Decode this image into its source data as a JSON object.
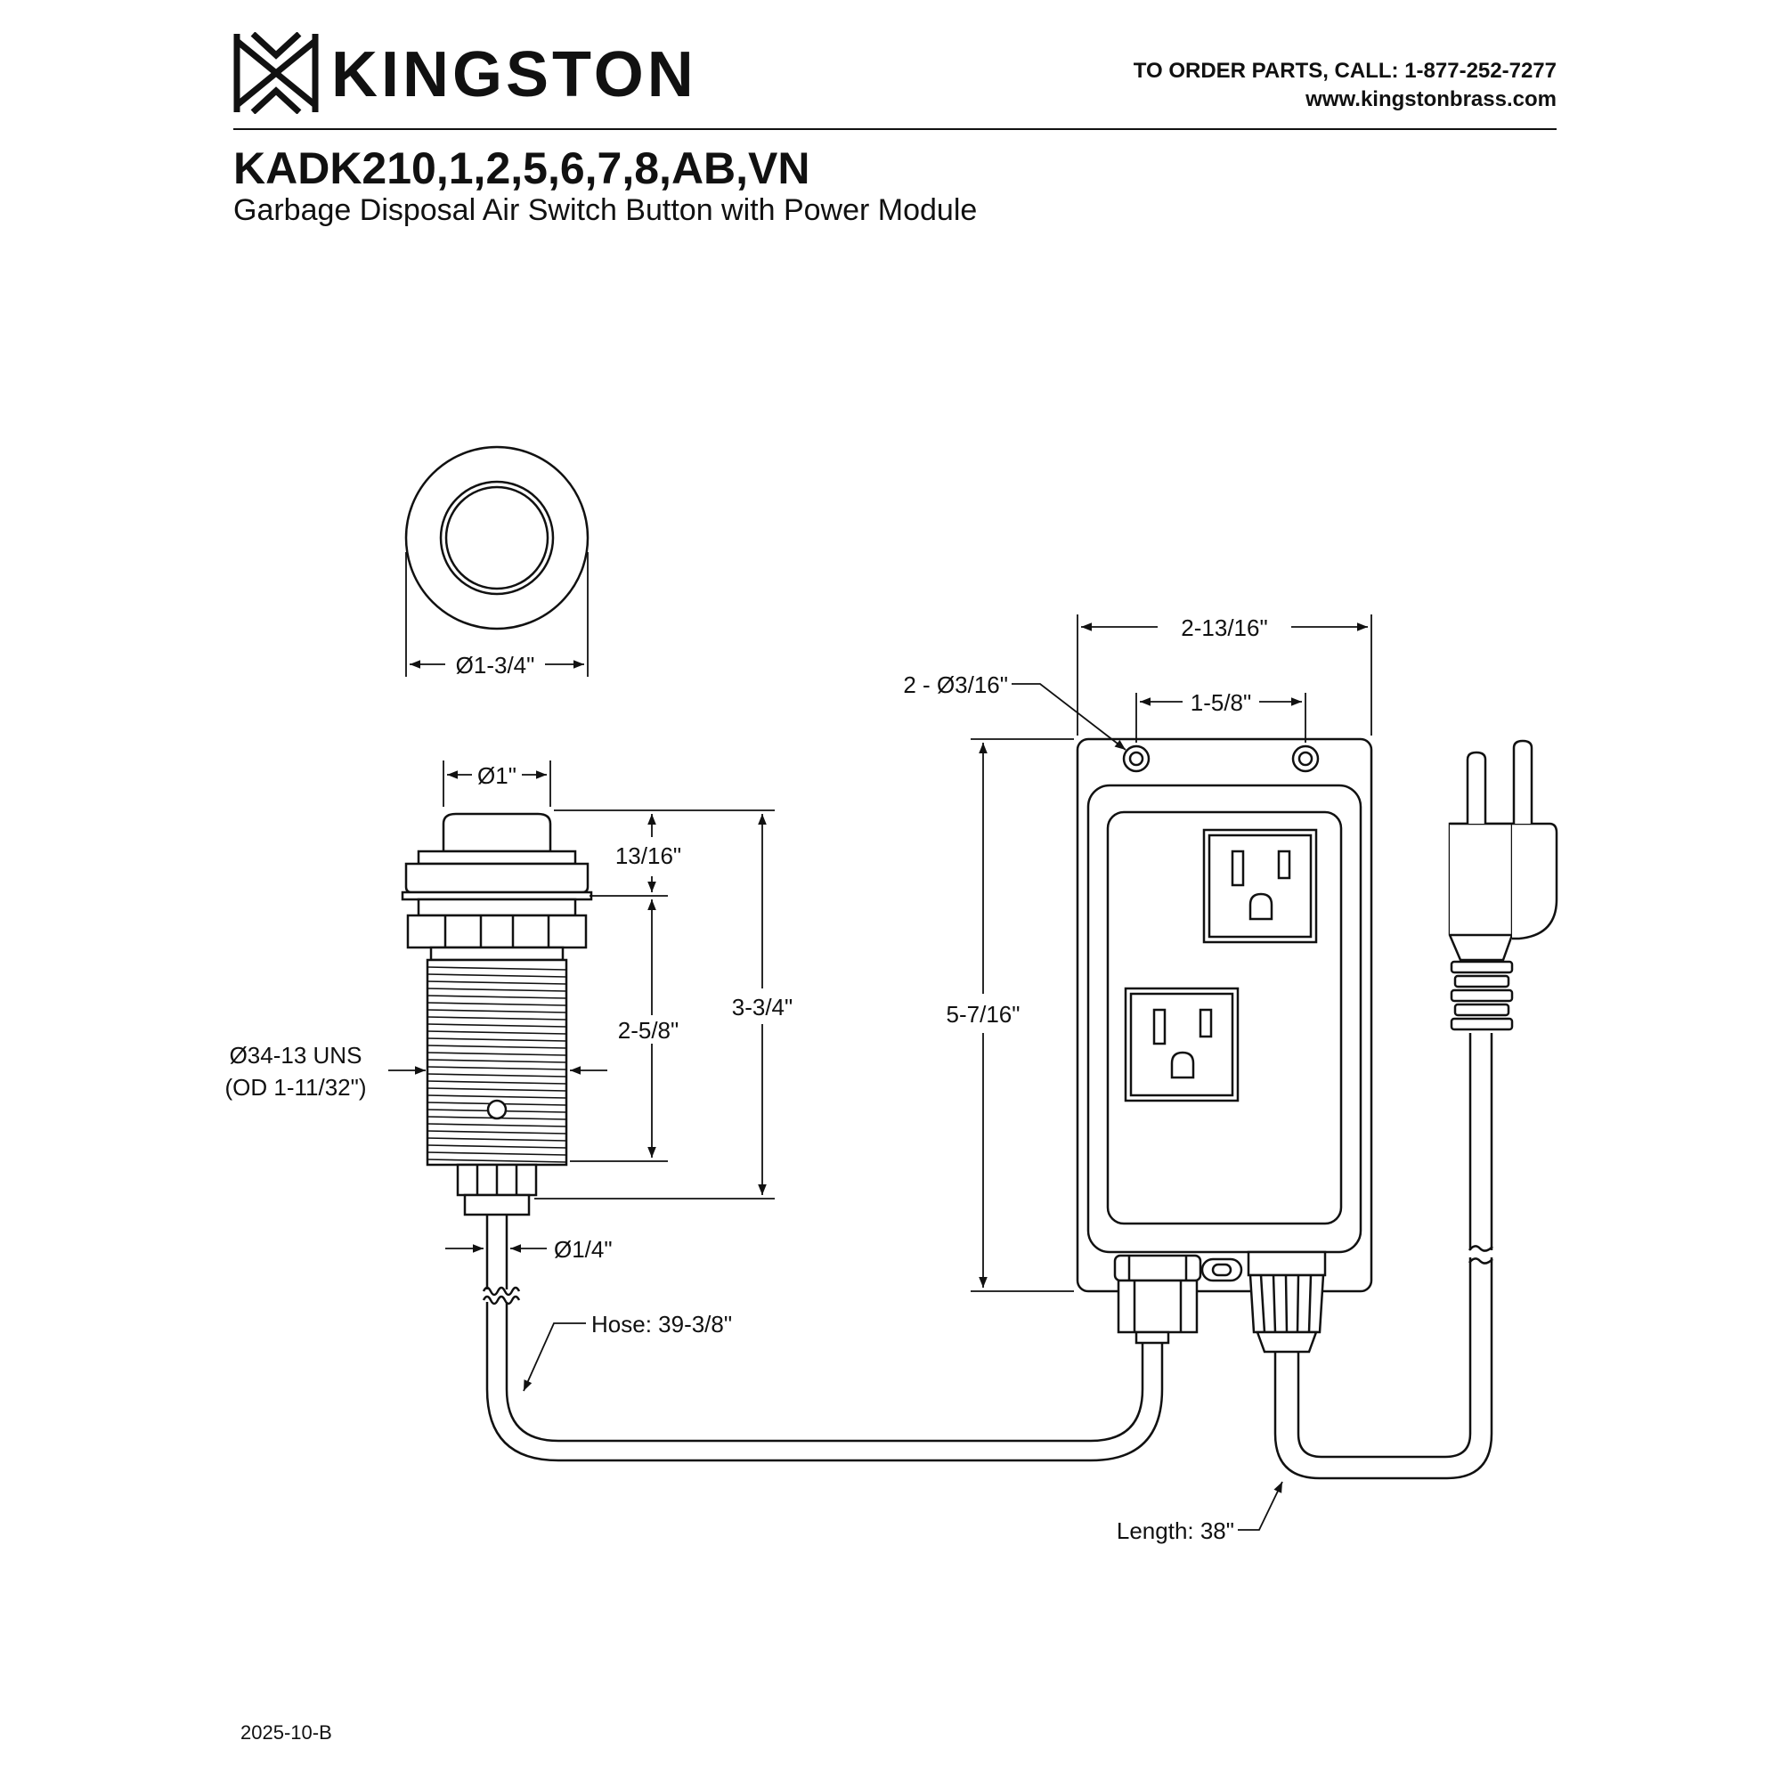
{
  "header": {
    "brand_name": "KINGSTON",
    "order_parts": "TO ORDER PARTS, CALL: 1-877-252-7277",
    "website": "www.kingstonbrass.com"
  },
  "product": {
    "model": "KADK210,1,2,5,6,7,8,AB,VN",
    "description": "Garbage Disposal Air Switch Button with Power Module"
  },
  "dimensions": {
    "cap_diameter": "Ø1-3/4\"",
    "button_diameter": "Ø1\"",
    "top_height": "13/16\"",
    "thread_length": "2-5/8\"",
    "total_height": "3-3/4\"",
    "thread_spec": "Ø34-13 UNS",
    "thread_od": "(OD 1-11/32\")",
    "hose_diameter": "Ø1/4\"",
    "hose_length": "Hose: 39-3/8\"",
    "module_width": "2-13/16\"",
    "mount_hole_spacing": "1-5/8\"",
    "mount_holes": "2 - Ø3/16\"",
    "module_height": "5-7/16\"",
    "cord_length": "Length: 38\""
  },
  "footer": {
    "revision": "2025-10-B"
  }
}
